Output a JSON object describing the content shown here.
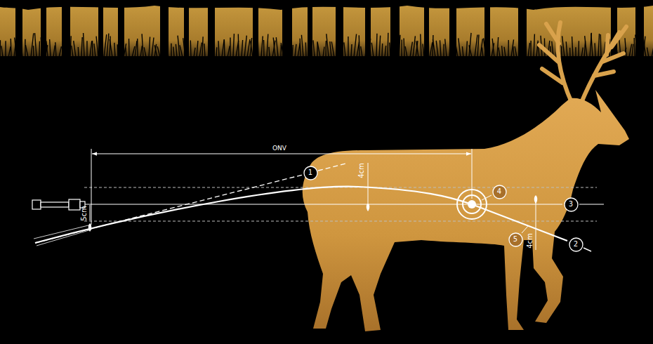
{
  "diagram": {
    "nodes": [
      {
        "text": [
          "1"
        ]
      },
      {
        "text": [
          "2"
        ]
      },
      {
        "text": [
          "3"
        ]
      },
      {
        "text": [
          "4"
        ]
      },
      {
        "text": [
          "5"
        ]
      }
    ],
    "labels": [
      "ONV",
      "4cm",
      "5cm",
      "4cm"
    ]
  }
}
